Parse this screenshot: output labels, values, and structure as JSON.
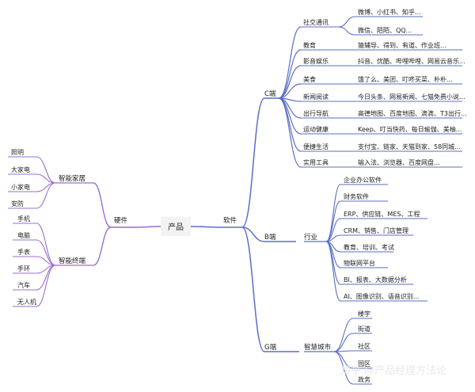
{
  "root": {
    "label": "产品"
  },
  "branches": {
    "software": {
      "label": "软件",
      "color": "#5b6fc6"
    },
    "hardware": {
      "label": "硬件",
      "color": "#9a6fd0"
    }
  },
  "c_end": {
    "label": "C端",
    "categories": [
      {
        "label": "社交通讯",
        "items": [
          "微博、小红书、知乎...",
          "微信、陌陌、QQ..."
        ]
      },
      {
        "label": "教育",
        "items": [
          "猿辅导、得到、有道、作业班..."
        ]
      },
      {
        "label": "影音娱乐",
        "items": [
          "抖音、优酷、哔哩哔哩、网易云音乐..."
        ]
      },
      {
        "label": "美食",
        "items": [
          "饿了么、美团、叮咚买菜、朴朴..."
        ]
      },
      {
        "label": "新闻阅读",
        "items": [
          "今日头条、网易新闻、七猫免费小说..."
        ]
      },
      {
        "label": "出行导航",
        "items": [
          "高德地图、百度地图、滴滴、T3出行..."
        ]
      },
      {
        "label": "运动健康",
        "items": [
          "Keep、叮当快药、每日瑜伽、美柚..."
        ]
      },
      {
        "label": "便捷生活",
        "items": [
          "支付宝、链家、天猫到家、58同城..."
        ]
      },
      {
        "label": "实用工具",
        "items": [
          "输入法、浏览器、百度网盘..."
        ]
      }
    ]
  },
  "b_end": {
    "label": "B端",
    "group": "行业",
    "items": [
      "企业办公软件",
      "财务软件",
      "ERP、供应链、MES、工程",
      "CRM、销售、门店管理",
      "教育、培训、考试",
      "物联网平台",
      "BI、报表、大数据分析",
      "AI、图像识别、语音识别..."
    ]
  },
  "g_end": {
    "label": "G端",
    "group": "智慧城市",
    "items": [
      "楼宇",
      "街道",
      "社区",
      "园区",
      "政务"
    ]
  },
  "smart_home": {
    "label": "智能家居",
    "items": [
      "照明",
      "大家电",
      "小家电",
      "安防"
    ]
  },
  "smart_terminal": {
    "label": "智能终端",
    "items": [
      "手机",
      "电脑",
      "手表",
      "手环",
      "汽车",
      "无人机"
    ]
  },
  "watermark": "知乎 @产品经理方法论"
}
